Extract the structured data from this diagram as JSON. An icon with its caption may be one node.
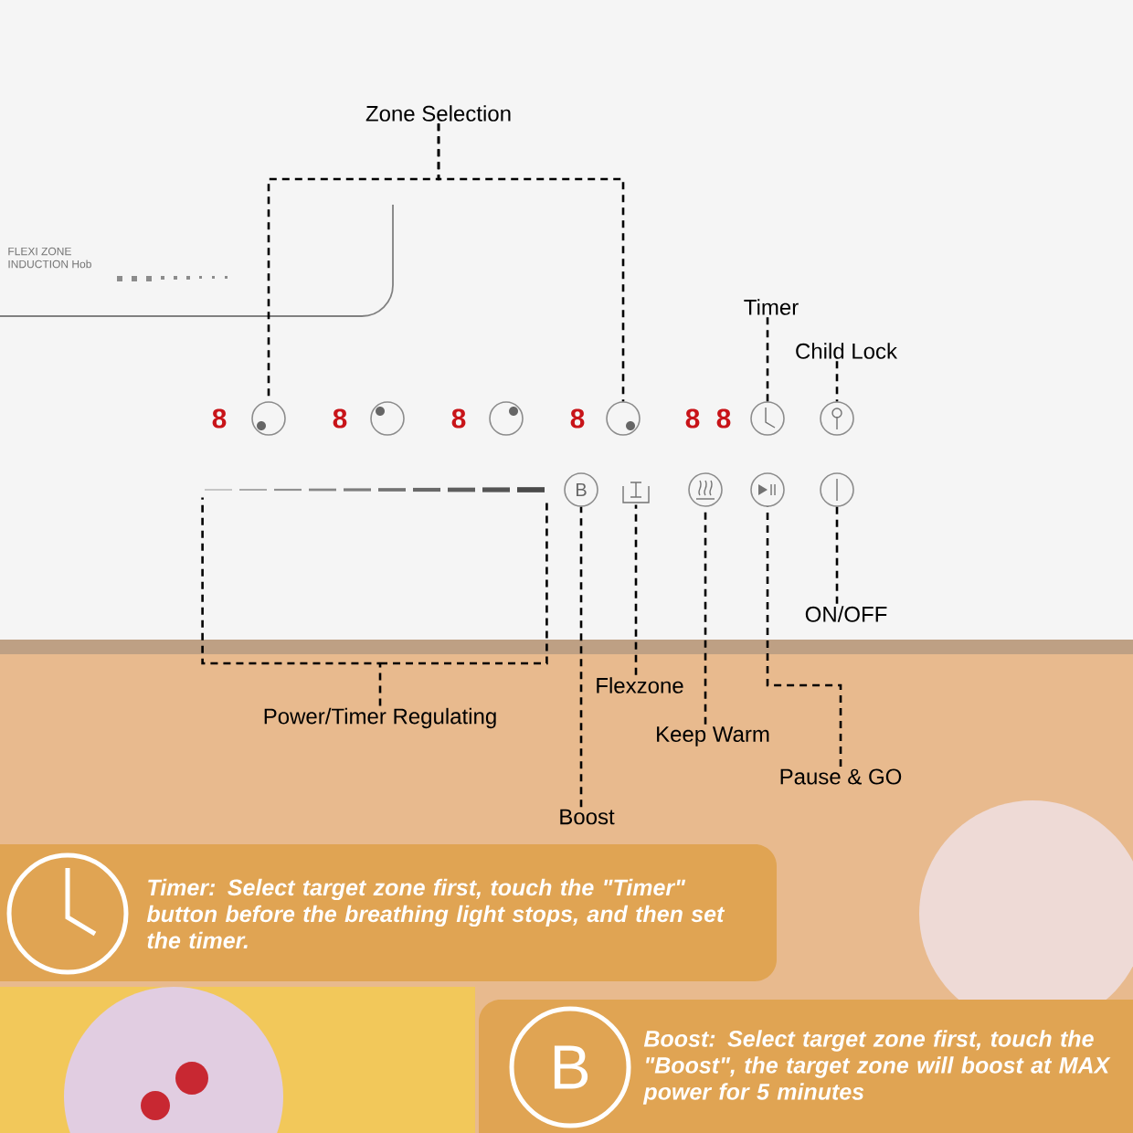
{
  "diagram": {
    "nodes": [
      {
        "text": [
          "Zone Selection"
        ]
      },
      {
        "text": [],
        "shape": "circle"
      },
      {
        "text": [],
        "shape": "circle"
      },
      {
        "text": [
          "Timer"
        ]
      },
      {
        "text": [],
        "shape": "circle"
      },
      {
        "text": [
          "Child Lock"
        ]
      },
      {
        "text": [],
        "shape": "circle"
      },
      {
        "text": [],
        "shape": "bar"
      },
      {
        "text": [
          "Power/Timer Regulating"
        ]
      },
      {
        "text": [
          "B"
        ]
      },
      {
        "text": [
          "Boost"
        ]
      },
      {
        "text": [],
        "shape": "box"
      },
      {
        "text": [
          "Flexzone"
        ]
      },
      {
        "text": [],
        "shape": "circle"
      },
      {
        "text": [
          "Keep Warm"
        ]
      },
      {
        "text": [],
        "shape": "circle"
      },
      {
        "text": [
          "Pause & GO"
        ]
      },
      {
        "text": [],
        "shape": "circle"
      },
      {
        "text": [
          "ON/OFF"
        ]
      },
      {
        "text": [
          "Timer: Select target zone first, touch the \"Timer\" button before the breathing light stops, and then set the timer."
        ]
      },
      {
        "text": [
          "Boost: Select target zone first, touch the \"Boost\", the target zone will boost at MAX power for 5 minutes"
        ]
      },
      {
        "text": [],
        "shape": "circle"
      },
      {
        "text": [],
        "shape": "circle"
      }
    ],
    "edges": [
      {
        "from": 0,
        "to": 1,
        "arrow": "none"
      },
      {
        "from": 0,
        "to": 2,
        "arrow": "none"
      },
      {
        "from": 3,
        "to": 4,
        "arrow": "none"
      },
      {
        "from": 5,
        "to": 6,
        "arrow": "none"
      },
      {
        "from": 8,
        "to": 7,
        "arrow": "none"
      },
      {
        "from": 10,
        "to": 9,
        "arrow": "none"
      },
      {
        "from": 12,
        "to": 11,
        "arrow": "none"
      },
      {
        "from": 14,
        "to": 13,
        "arrow": "none"
      },
      {
        "from": 16,
        "to": 15,
        "arrow": "none"
      },
      {
        "from": 18,
        "to": 17,
        "arrow": "none"
      }
    ],
    "labels": [
      "FLEXI ZONE",
      "INDUCTION Hob",
      "8",
      "8",
      "8",
      "8",
      "8",
      "8",
      "B"
    ]
  }
}
